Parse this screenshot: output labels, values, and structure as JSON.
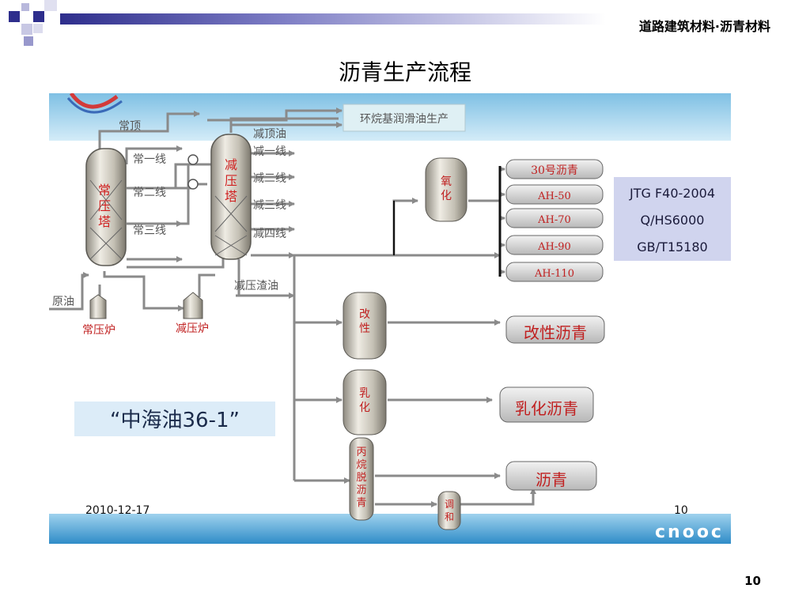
{
  "header": {
    "course": "道路建筑材料·沥青材料"
  },
  "title": "沥青生产流程",
  "page_number": "10",
  "diagram": {
    "inlet": "原油",
    "furnaces": [
      "常压炉",
      "减压炉"
    ],
    "towers": {
      "atmospheric": [
        "常",
        "压",
        "塔"
      ],
      "vacuum": [
        "减",
        "压",
        "塔"
      ]
    },
    "atm_streams": [
      "常顶",
      "常一线",
      "常二线",
      "常三线"
    ],
    "vac_streams": [
      "减顶油",
      "减一线",
      "减二线",
      "减三线",
      "减四线"
    ],
    "vac_residue": "减压渣油",
    "lube_box": "环烷基润滑油生产",
    "process_units": {
      "oxidation": [
        "氧",
        "化"
      ],
      "modification": [
        "改",
        "性"
      ],
      "emulsification": [
        "乳",
        "化"
      ],
      "deasphalting": [
        "丙",
        "烷",
        "脱",
        "沥",
        "青"
      ],
      "blending": [
        "调",
        "和"
      ]
    },
    "grades": [
      "30号沥青",
      "AH-50",
      "AH-70",
      "AH-90",
      "AH-110"
    ],
    "standards": [
      "JTG F40-2004",
      "Q/HS6000",
      "GB/T15180"
    ],
    "products": [
      "改性沥青",
      "乳化沥青",
      "沥青"
    ],
    "brand_quote": "“中海油36-1”",
    "inner_date": "2010-12-17",
    "inner_page": "10",
    "logo": "cnooc"
  }
}
